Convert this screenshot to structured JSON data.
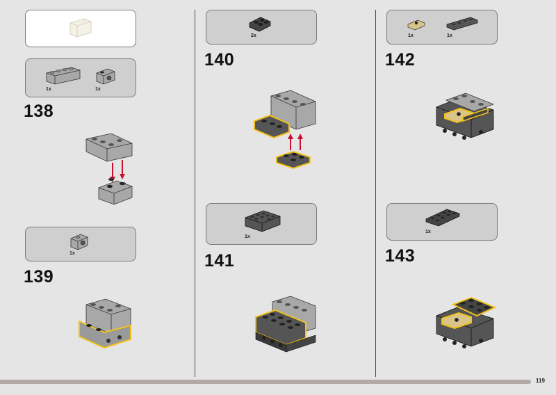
{
  "colors": {
    "background": "#e5e5e5",
    "parts_box": "#cfcfcf",
    "highlight": "#f2c21a",
    "arrow": "#c8102e",
    "footer_bar": "#b3aaa5"
  },
  "steps": [
    {
      "number": "138",
      "parts": [
        {
          "qty": "1x",
          "part": "brick-1x4-light-gray"
        },
        {
          "qty": "1x",
          "part": "brick-1x2-with-hole-light-gray"
        }
      ]
    },
    {
      "number": "139",
      "parts": [
        {
          "qty": "1x",
          "part": "brick-1x1-with-hole-light-gray"
        }
      ]
    },
    {
      "number": "140",
      "parts": [
        {
          "qty": "2x",
          "part": "plate-2x2-dark-gray"
        }
      ]
    },
    {
      "number": "141",
      "parts": [
        {
          "qty": "1x",
          "part": "brick-2x4-dark-gray"
        }
      ]
    },
    {
      "number": "142",
      "parts": [
        {
          "qty": "1x",
          "part": "tile-1x2-tan-with-stud"
        },
        {
          "qty": "1x",
          "part": "plate-1x4-dark-gray"
        }
      ]
    },
    {
      "number": "143",
      "parts": [
        {
          "qty": "1x",
          "part": "plate-2x4-dark-gray"
        }
      ]
    }
  ],
  "page_number": "119"
}
